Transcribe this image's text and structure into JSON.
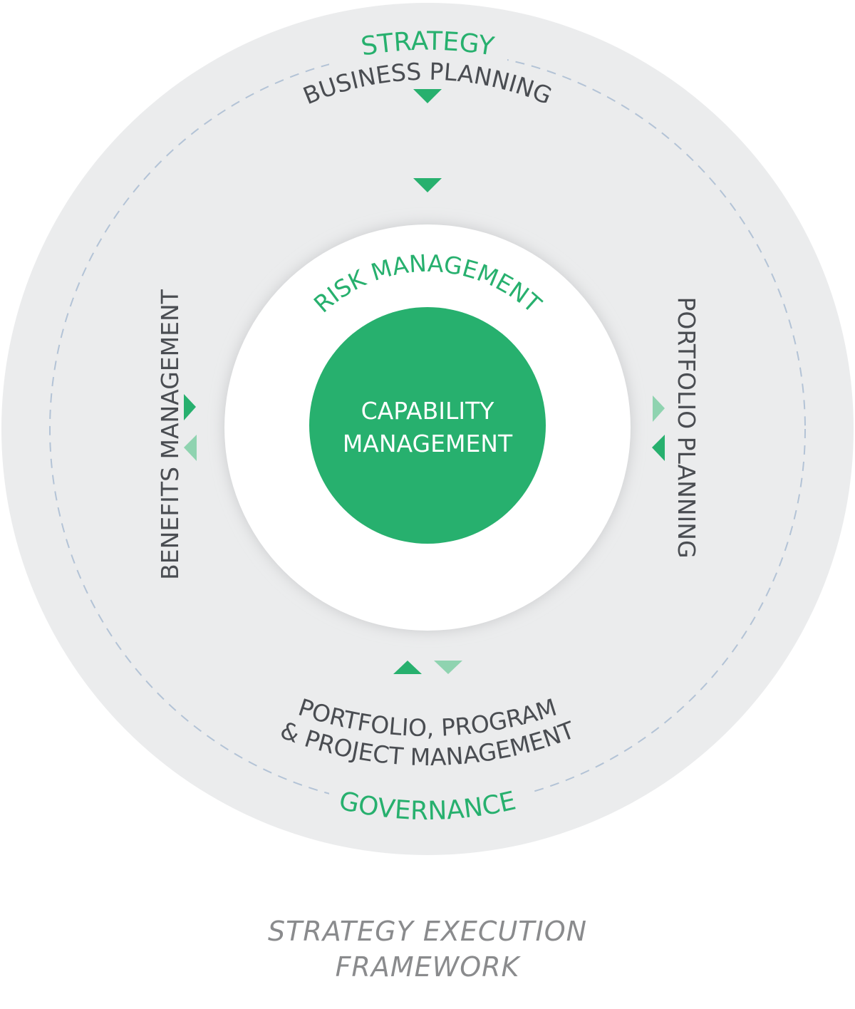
{
  "labels": {
    "strategy": "STRATEGY",
    "business_planning": "BUSINESS PLANNING",
    "risk_management": "RISK MANAGEMENT",
    "capability_line1": "CAPABILITY",
    "capability_line2": "MANAGEMENT",
    "benefits_management": "BENEFITS MANAGEMENT",
    "portfolio_planning": "PORTFOLIO PLANNING",
    "pppm_line1": "PORTFOLIO, PROGRAM",
    "pppm_line2": "& PROJECT MANAGEMENT",
    "governance": "GOVERNANCE"
  },
  "caption": {
    "line1": "STRATEGY EXECUTION",
    "line2": "FRAMEWORK"
  },
  "colors": {
    "accent_green": "#27b06e",
    "light_green": "#8fd3b0",
    "outer_ring": "#ebeced",
    "dashed_ring": "#b3c3d6",
    "text_gray": "#4a4d52",
    "caption_gray": "#8a8b8d"
  }
}
